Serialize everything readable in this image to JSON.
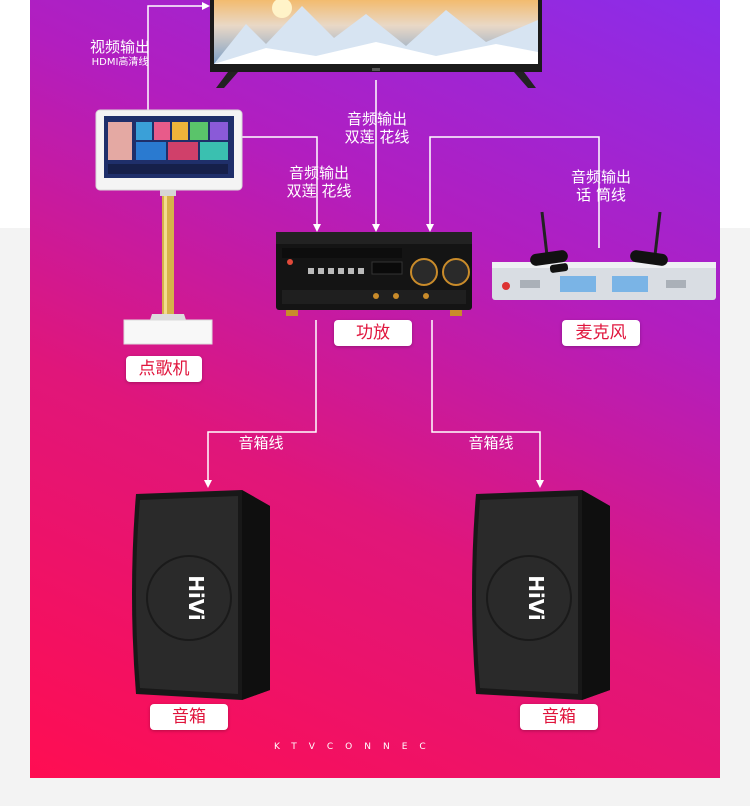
{
  "diagram": {
    "footer_text": "KTVCONNEC",
    "nodes": {
      "karaoke_machine": "点歌机",
      "amplifier": "功放",
      "microphone": "麦克风",
      "speaker_left": "音箱",
      "speaker_right": "音箱"
    },
    "edges": {
      "video_out": {
        "line1": "视频输出",
        "line2": "HDMI高清线"
      },
      "audio_out_tv": {
        "line1": "音频输出",
        "line2": "双莲 花线"
      },
      "audio_out_kbox": {
        "line1": "音频输出",
        "line2": "双莲 花线"
      },
      "audio_out_mic": {
        "line1": "音频输出",
        "line2": "话 筒线"
      },
      "speaker_wire_left": "音箱线",
      "speaker_wire_right": "音箱线"
    },
    "colors": {
      "gradient_start": "#ff0d52",
      "gradient_end": "#8a2dea",
      "pill_text": "#e0143c",
      "line": "#ffffff"
    }
  }
}
